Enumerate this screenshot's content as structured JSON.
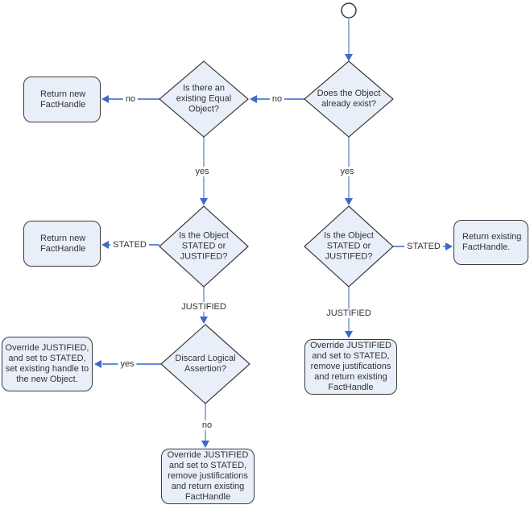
{
  "diagram": {
    "type": "flowchart",
    "colors": {
      "node_fill": "#E9EFF8",
      "node_border": "#3B3B3B",
      "line_v": "#97B1DA",
      "line_h": "#3366CC",
      "arrowhead": "#3D68CC",
      "text": "#333333"
    },
    "nodes": {
      "start": {
        "type": "start-circle"
      },
      "d_exists": {
        "type": "decision",
        "lines": [
          "Does the Object",
          "already exist?"
        ]
      },
      "d_equal": {
        "type": "decision",
        "lines": [
          "Is there an",
          "existing Equal",
          "Object?"
        ]
      },
      "d_stated_left": {
        "type": "decision",
        "lines": [
          "Is the Object",
          "STATED or",
          "JUSTIFED?"
        ]
      },
      "d_stated_right": {
        "type": "decision",
        "lines": [
          "Is the Object",
          "STATED or",
          "JUSTIFED?"
        ]
      },
      "d_discard": {
        "type": "decision",
        "lines": [
          "Discard Logical",
          "Assertion?"
        ]
      },
      "box_return_new_top": {
        "type": "process",
        "lines": [
          "Return new",
          "FactHandle"
        ]
      },
      "box_return_new_mid": {
        "type": "process",
        "lines": [
          "Return new",
          "FactHandle"
        ]
      },
      "box_return_existing": {
        "type": "process",
        "lines": [
          "Return existing",
          "FactHandle."
        ]
      },
      "box_override_left": {
        "type": "process",
        "lines": [
          "Override JUSTIFIED,",
          "and set to STATED,",
          "set existing handle to",
          "the new Object."
        ]
      },
      "box_override_right": {
        "type": "process",
        "lines": [
          "Override JUSTIFIED",
          "and set to STATED,",
          "remove justifications",
          "and return existing",
          "FactHandle"
        ]
      },
      "box_override_bottom": {
        "type": "process",
        "lines": [
          "Override JUSTIFIED",
          "and set to STATED,",
          "remove justifications",
          "and return existing",
          "FactHandle"
        ]
      }
    },
    "edge_labels": {
      "no_equal": "no",
      "no_return": "no",
      "yes_left": "yes",
      "yes_right": "yes",
      "stated_left": "STATED",
      "stated_right": "STATED",
      "justified_left": "JUSTIFIED",
      "justified_right": "JUSTIFIED",
      "yes_discard": "yes",
      "no_discard": "no"
    }
  }
}
